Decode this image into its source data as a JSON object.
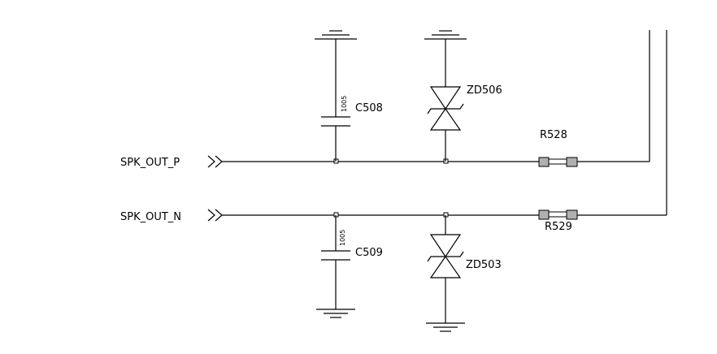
{
  "nets": {
    "spk_out_p": "SPK_OUT_P",
    "spk_out_n": "SPK_OUT_N"
  },
  "components": {
    "c508": {
      "ref": "C508",
      "package": "1005"
    },
    "c509": {
      "ref": "C509",
      "package": "1005"
    },
    "zd506": {
      "ref": "ZD506"
    },
    "zd503": {
      "ref": "ZD503"
    },
    "r528": {
      "ref": "R528"
    },
    "r529": {
      "ref": "R529"
    }
  },
  "colors": {
    "wire": "#000000",
    "resistor_pad": "#b0b0b0",
    "background": "#ffffff"
  }
}
